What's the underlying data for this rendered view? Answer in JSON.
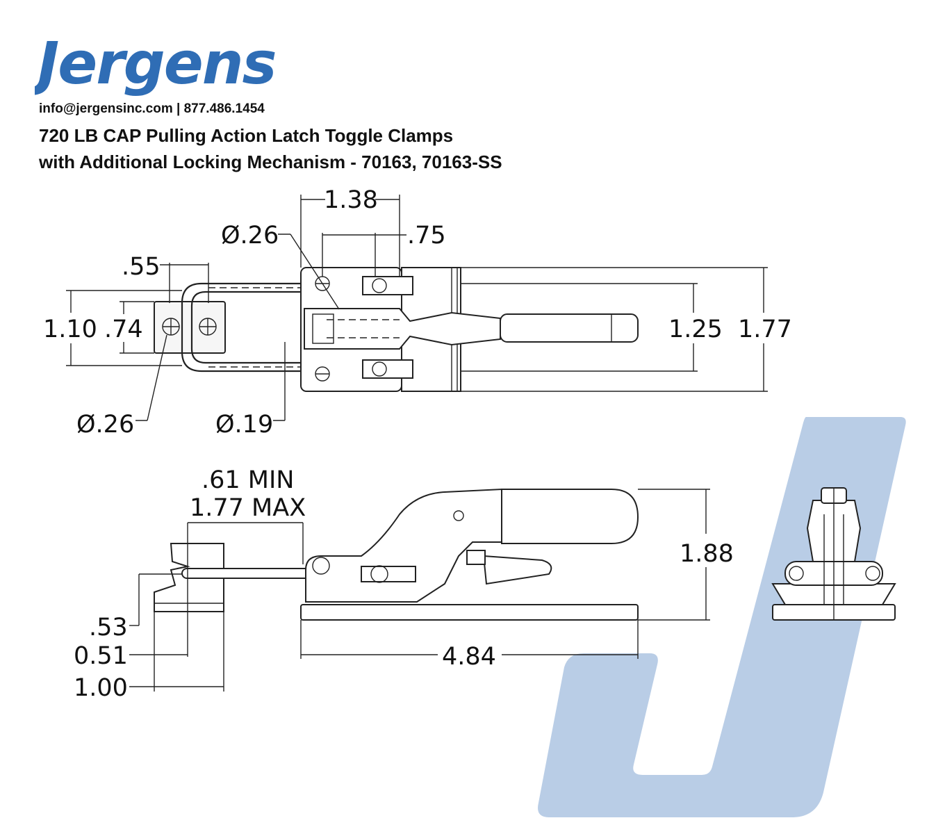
{
  "brand": {
    "logo_text": "Jergens",
    "logo_color": "#2f6db5",
    "watermark_color": "#b9cde6"
  },
  "contact_line": "info@jergensinc.com | 877.486.1454",
  "title": {
    "line1": "720 LB CAP Pulling Action Latch Toggle Clamps",
    "line2": "with Additional Locking Mechanism - 70163, 70163-SS"
  },
  "top_view": {
    "dims": {
      "d138": "1.38",
      "d75": ".75",
      "dia26_top": "Ø.26",
      "d55": ".55",
      "d110": "1.10",
      "d74": ".74",
      "d125": "1.25",
      "d177": "1.77",
      "dia26_bottom": "Ø.26",
      "dia19": "Ø.19"
    }
  },
  "side_view": {
    "dims": {
      "min": ".61 MIN",
      "max": "1.77 MAX",
      "d188": "1.88",
      "d53": ".53",
      "d051": "0.51",
      "d100": "1.00",
      "d484": "4.84"
    }
  }
}
